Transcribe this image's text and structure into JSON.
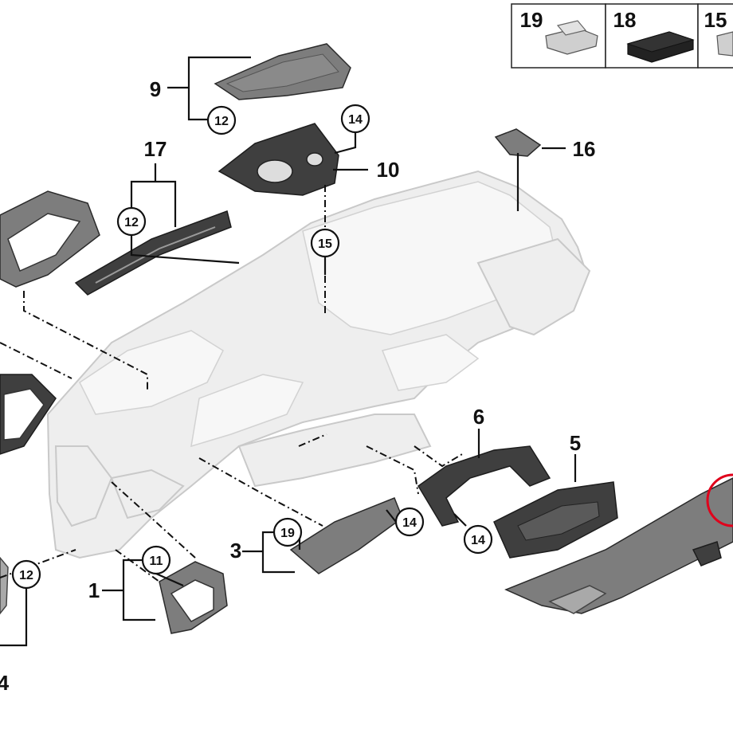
{
  "diagram": {
    "callouts": {
      "p1": "1",
      "p3": "3",
      "p4": "4",
      "p5": "5",
      "p6": "6",
      "p9": "9",
      "p10": "10",
      "p16": "16",
      "p17": "17"
    },
    "circled": {
      "c12_top": "12",
      "c14_top": "14",
      "c12_mid": "12",
      "c15": "15",
      "c11": "11",
      "c12_bottom": "12",
      "c19": "19",
      "c14_right": "14",
      "c14_low": "14"
    },
    "inset": {
      "items": [
        "19",
        "18",
        "15"
      ]
    },
    "colors": {
      "accent": "#e0001b",
      "panel": "#eeeeee",
      "part_dark": "#3f3f3f"
    }
  }
}
